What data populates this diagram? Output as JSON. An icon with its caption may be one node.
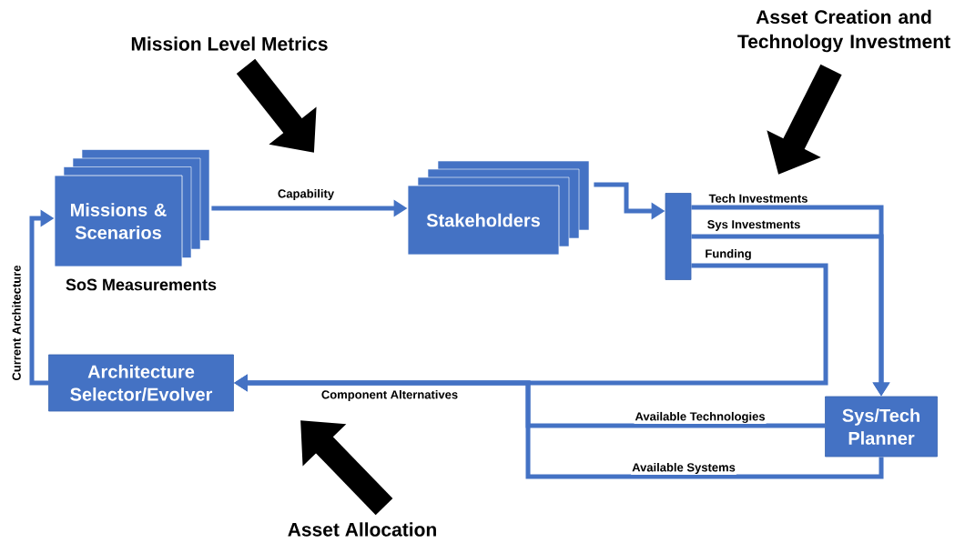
{
  "diagram": {
    "nodes": [
      {
        "text": [
          "Missions & Scenarios"
        ],
        "beside": [
          "SoS Measurements"
        ]
      },
      {
        "text": [
          "Stakeholders"
        ]
      },
      {
        "text": [],
        "shape": "bar"
      },
      {
        "text": [
          "Sys/Tech Planner"
        ]
      },
      {
        "text": [
          "Architecture Selector/Evolver"
        ]
      },
      {
        "text": [
          "Mission Level Metrics"
        ]
      },
      {
        "text": [
          "Asset Creation and Technology Investment"
        ]
      },
      {
        "text": [
          "Asset Allocation"
        ]
      }
    ],
    "edges": [
      {
        "from": 0,
        "to": 1,
        "arrow": "to",
        "label": "Capability"
      },
      {
        "from": 1,
        "to": 2,
        "arrow": "to"
      },
      {
        "from": 2,
        "to": 3,
        "arrow": "to",
        "label": "Tech Investments"
      },
      {
        "from": 2,
        "to": 3,
        "arrow": "to",
        "label": "Sys Investments"
      },
      {
        "from": 2,
        "to": 4,
        "arrow": "to",
        "label": "Funding"
      },
      {
        "from": 3,
        "to": 4,
        "arrow": "to",
        "label": "Available Technologies"
      },
      {
        "from": 3,
        "to": 4,
        "arrow": "to",
        "label": "Available Systems"
      },
      {
        "from": 4,
        "to": 0,
        "arrow": "to",
        "label": "Current Architecture"
      },
      {
        "from": 5,
        "to": null,
        "arrow": "to",
        "style": "thick",
        "color": "#000000"
      },
      {
        "from": 6,
        "to": null,
        "arrow": "to",
        "style": "thick",
        "color": "#000000"
      },
      {
        "from": 7,
        "to": null,
        "arrow": "to",
        "style": "thick",
        "color": "#000000"
      }
    ],
    "labels": [
      "Component Alternatives"
    ]
  }
}
